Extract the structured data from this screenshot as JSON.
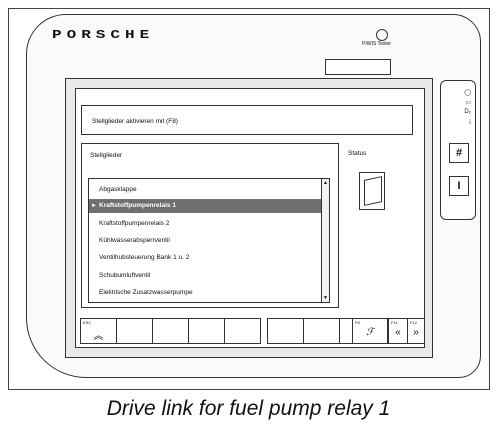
{
  "device": {
    "brand": "PORSCHE",
    "tester_label": "PIWIS Tester"
  },
  "screen": {
    "message": "Stellglieder aktivieren mit (F8)",
    "list_title": "Stellglieder",
    "items": [
      {
        "label": "Abgasklappe",
        "selected": false
      },
      {
        "label": "Kraftstoffpumpenrelais 1",
        "selected": true
      },
      {
        "label": "Kraftstoffpumpenrelais 2",
        "selected": false
      },
      {
        "label": "Kühlwasserabsperrventil",
        "selected": false
      },
      {
        "label": "Ventilhubsteuerung Bank 1 u. 2",
        "selected": false
      },
      {
        "label": "Schubumluftventil",
        "selected": false
      },
      {
        "label": "Elektrische Zusatzwasserpumpe",
        "selected": false
      }
    ],
    "status_label": "Status"
  },
  "fkeys": {
    "esc_label": "ESC",
    "f8_label": "F8",
    "f11_label": "F11",
    "f12_label": "F12"
  },
  "side_panel": {
    "hash_label": "#",
    "i_label": "I"
  },
  "caption": "Drive link for fuel pump relay 1"
}
